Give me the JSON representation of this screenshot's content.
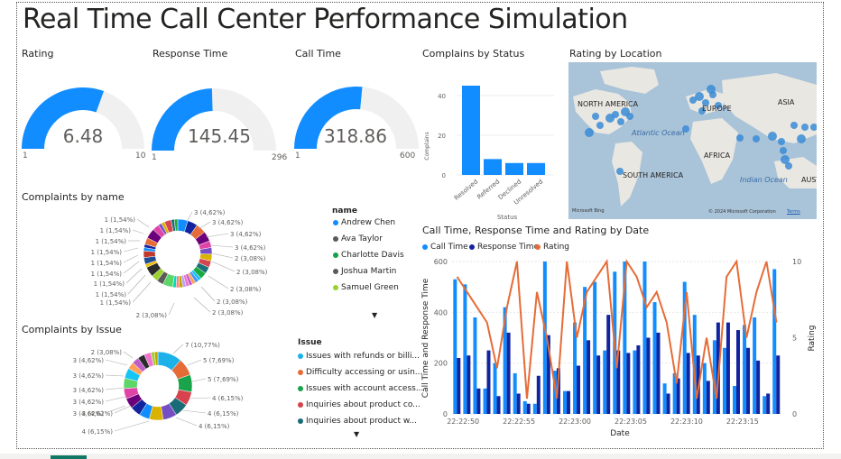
{
  "title": "Real Time Call Center Performance Simulation",
  "gauges": [
    {
      "label": "Rating",
      "value": "6.48",
      "min": "1",
      "max": "10",
      "fraction": 0.61
    },
    {
      "label": "Response Time",
      "value": "145.45",
      "min": "1",
      "max": "296",
      "fraction": 0.49
    },
    {
      "label": "Call Time",
      "value": "318.86",
      "min": "1",
      "max": "600",
      "fraction": 0.53
    }
  ],
  "colors": {
    "primary": "#118dff",
    "navy": "#12239e",
    "orange": "#e66c37",
    "gauge_bg": "#f0f0f0"
  },
  "status_chart": {
    "title": "Complains by Status",
    "ylabel": "Complains",
    "xlabel": "Status",
    "yticks": [
      "0",
      "20",
      "40"
    ]
  },
  "map": {
    "title": "Rating by Location",
    "labels": {
      "na": "NORTH AMERICA",
      "eu": "EUROPE",
      "asia": "ASIA",
      "africa": "AFRICA",
      "sa": "SOUTH AMERICA",
      "atlantic": "Atlantic Ocean",
      "indian": "Indian Ocean",
      "aust": "AUST"
    },
    "bing": "Microsoft Bing",
    "copyright": "© 2024 Microsoft Corporation",
    "terms": "Terms"
  },
  "donut_name": {
    "title": "Complaints by name",
    "labels": [
      "3 (4,62%)",
      "3 (4,62%)",
      "3 (4,62%)",
      "3 (4,62%)",
      "2 (3,08%)",
      "2 (3,08%)",
      "2 (3,08%)",
      "2 (3,08%)",
      "2 (3,08%)",
      "2 (3,08%)",
      "1 (1,54%)",
      "1 (1,54%)",
      "1 (1,54%)",
      "1 (1,54%)",
      "1 (1,54%)",
      "1 (1,54%)",
      "1 (1,54%)",
      "1 (1,54%)",
      "1 (1,54%)"
    ]
  },
  "name_legend": {
    "title": "name",
    "items": [
      {
        "label": "Andrew Chen",
        "color": "#118dff"
      },
      {
        "label": "Ava Taylor",
        "color": "#5a5a5a"
      },
      {
        "label": "Charlotte Davis",
        "color": "#12a04a"
      },
      {
        "label": "Joshua Martin",
        "color": "#5a5a5a"
      },
      {
        "label": "Samuel Green",
        "color": "#9bd12d"
      }
    ]
  },
  "donut_issue": {
    "title": "Complaints by Issue",
    "labels": [
      "7 (10,77%)",
      "5 (7,69%)",
      "5 (7,69%)",
      "4 (6,15%)",
      "4 (6,15%)",
      "4 (6,15%)",
      "4 (6,15%)",
      "3 (4,62%)",
      "3 (4,62%)",
      "3 (4,62%)",
      "3 (4,62%)",
      "3 (4,62%)",
      "3 (4,62%)",
      "2 (3,08%)"
    ]
  },
  "issue_legend": {
    "title": "Issue",
    "items": [
      {
        "label": "Issues with refunds or billi...",
        "color": "#1ab2e8"
      },
      {
        "label": "Difficulty accessing or usin...",
        "color": "#e66c37"
      },
      {
        "label": "Issues with account access...",
        "color": "#19a34a"
      },
      {
        "label": "Inquiries about product co...",
        "color": "#d6424d"
      },
      {
        "label": "Inquiries about product w...",
        "color": "#1a6b78"
      }
    ]
  },
  "combo_title": "Call Time, Response Time and Rating by Date",
  "chart_data": [
    {
      "type": "bar",
      "title": "Complains by Status",
      "xlabel": "Status",
      "ylabel": "Complains",
      "categories": [
        "Resolved",
        "Referred",
        "Declined",
        "Unresolved"
      ],
      "values": [
        45,
        8,
        6,
        6
      ],
      "ylim": [
        0,
        50
      ]
    },
    {
      "type": "line",
      "title": "Call Time, Response Time and Rating by Date",
      "xlabel": "Date",
      "ylabel": "Call Time and Response Time",
      "y2label": "Rating",
      "x_ticks": [
        "22:22:50",
        "22:22:55",
        "22:23:00",
        "22:23:05",
        "22:23:10",
        "22:23:15"
      ],
      "ylim": [
        0,
        600
      ],
      "y_ticks": [
        "0",
        "200",
        "400",
        "600"
      ],
      "y2lim": [
        0,
        10
      ],
      "y2_ticks": [
        "0",
        "5",
        "10"
      ],
      "series": [
        {
          "name": "Call Time",
          "color": "#118dff",
          "kind": "bar",
          "values": [
            530,
            510,
            380,
            100,
            200,
            420,
            160,
            50,
            40,
            600,
            170,
            90,
            360,
            500,
            520,
            250,
            560,
            600,
            250,
            600,
            440,
            120,
            160,
            520,
            390,
            200,
            290,
            260,
            110,
            350,
            380,
            70,
            570
          ]
        },
        {
          "name": "Response Time",
          "color": "#12239e",
          "kind": "bar",
          "values": [
            220,
            230,
            100,
            250,
            70,
            320,
            80,
            40,
            150,
            310,
            180,
            90,
            190,
            290,
            230,
            390,
            250,
            240,
            270,
            300,
            320,
            80,
            140,
            240,
            230,
            130,
            360,
            360,
            330,
            260,
            210,
            80,
            230
          ]
        },
        {
          "name": "Rating",
          "color": "#e66c37",
          "kind": "line",
          "values": [
            9,
            8,
            7,
            6,
            3,
            7,
            10,
            1,
            8,
            5,
            1,
            10,
            5,
            8,
            9,
            10,
            3,
            10,
            9,
            7,
            8,
            6,
            2,
            8,
            1,
            5,
            1,
            9,
            10,
            5,
            8,
            10,
            6
          ]
        }
      ]
    }
  ]
}
